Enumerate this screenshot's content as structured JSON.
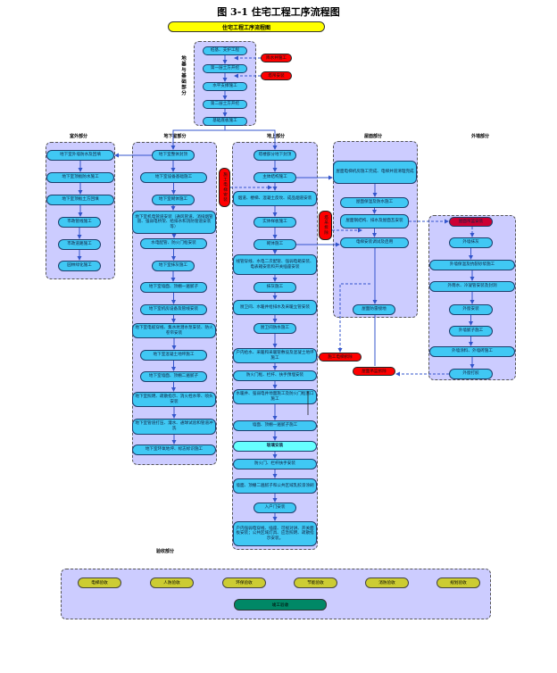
{
  "title": "图 3-1    住宅工程工序流程图",
  "banner": "住宅工程工序流程图",
  "sections": {
    "foundation": "地基与基础部分",
    "outdoor": "室外部分",
    "basement": "地下室部分",
    "above": "地上部分",
    "roof": "屋面部分",
    "facade": "外墙部分",
    "acceptance": "验收部分"
  },
  "foundation": [
    "桩基、支护工程",
    "第一层土方开挖",
    "水平支撑施工",
    "第二层土方开挖",
    "基础底板施工"
  ],
  "foundation_side": [
    "降水井施工",
    "塔吊安装"
  ],
  "outdoor": [
    "地下室外墙防水及回填",
    "地下室顶板防水施工",
    "地下室顶板土方回填",
    "市政管线施工",
    "市政道路施工",
    "园林绿化施工"
  ],
  "basement": [
    "地下室整体封顶",
    "地下室设备基础施工",
    "地下室砌体施工",
    "地下室机电管道安装（通风管道、消排烟管道、强弱电桥架、给排水和消防管道安装等）",
    "水电配管、防火门框安装",
    "地下室抹灰施工",
    "地下室墙面、顶棚一遍腻子",
    "地下室机房设备及管线安装",
    "地下室电缆穿线、集水坑潜水泵安装、防火卷帘安装",
    "地下室混凝土地坪施工",
    "地下室墙面、顶棚二遍腻子",
    "地下室照明、疏散指示、消火栓水带、喷头安装",
    "地下室管道打压、灌水、通球试验和管道冲洗",
    "地下室环氧地坪、标志标识施工"
  ],
  "above": [
    "塔楼部分地下封顶",
    "主体结构施工",
    "烟道、楼梯、混凝土反坎、成品烟道安装",
    "实体样板施工",
    "砌体施工",
    "线管穿线、水电二次配管、强弱电箱安装、电表箱安装和开关插座安装",
    "抹灰施工",
    "厨卫间、水暖井给排水及采暖立管安装",
    "厨卫间防水施工",
    "户内给水、采暖和采暖管敷设及混凝土地坪施工",
    "防火门框、栏杆、扶手预埋安装",
    "水暖井、强弱电井地面施工及防火门框塞口施工",
    "墙面、顶棚一遍腻子施工",
    "玻璃安装",
    "防火门、栏杆扶手安装",
    "墙面、顶棚二遍腻子和公共区域乳胶漆涂刷",
    "入户门安装",
    "户内强弱电穿线、插座、可视对讲、开关面板安装；公共区域灯具、应急照明、疏散指示安装。"
  ],
  "roof": [
    "屋面电梯机房施工完成、电梯井道清理完成",
    "屋面保温及防水施工",
    "屋面钢结构、排水及屋面瓦安装",
    "电梯安装调试及启用",
    "屋面防雷接地"
  ],
  "facade": [
    "屋面吊篮安装",
    "外墙抹灰",
    "外墙保温及抗裂砂浆施工",
    "外雨水、冷凝管安装及封洞",
    "外窗安装",
    "外墙腻子施工",
    "外墙涂料、外墙砖施工",
    "外窗打胶"
  ],
  "red": {
    "elevator_install": "施工电梯安装",
    "crane_remove": "塔吊拆除",
    "elevator_remove": "施工电梯拆除",
    "gondola_remove": "屋面吊篮拆除"
  },
  "acceptance": {
    "items": [
      "电梯验收",
      "人防验收",
      "环保验收",
      "节能验收",
      "消防验收",
      "规划验收"
    ],
    "final": "竣工验收"
  },
  "colors": {
    "group_bg": "#ccccff",
    "box": "#40c8f4",
    "red": "#ff0000",
    "banner": "#ffff00",
    "acceptance": "#cccc33",
    "final": "#008866",
    "arrow": "#3355cc"
  }
}
